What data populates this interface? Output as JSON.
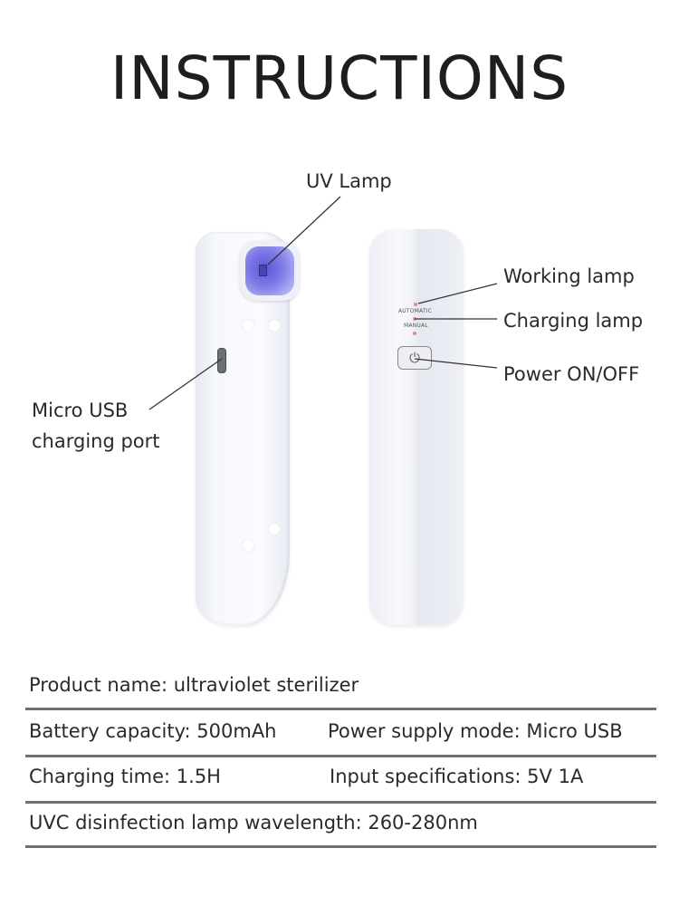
{
  "title": "INSTRUCTIONS",
  "callouts": {
    "uv_lamp": "UV Lamp",
    "working_lamp": "Working lamp",
    "charging_lamp": "Charging lamp",
    "power": "Power ON/OFF",
    "usb_line1": "Micro USB",
    "usb_line2": "charging port"
  },
  "device": {
    "mode_auto": "AUTOMATIC",
    "mode_manual": "MANUAL",
    "power_symbol": "⏻"
  },
  "specs": {
    "product_name": "Product name: ultraviolet sterilizer",
    "battery": "Battery capacity: 500mAh",
    "power_supply": "Power supply mode: Micro USB",
    "charging_time": "Charging time: 1.5H",
    "input": "Input specifications: 5V 1A",
    "wavelength": "UVC disinfection lamp wavelength: 260-280nm"
  }
}
